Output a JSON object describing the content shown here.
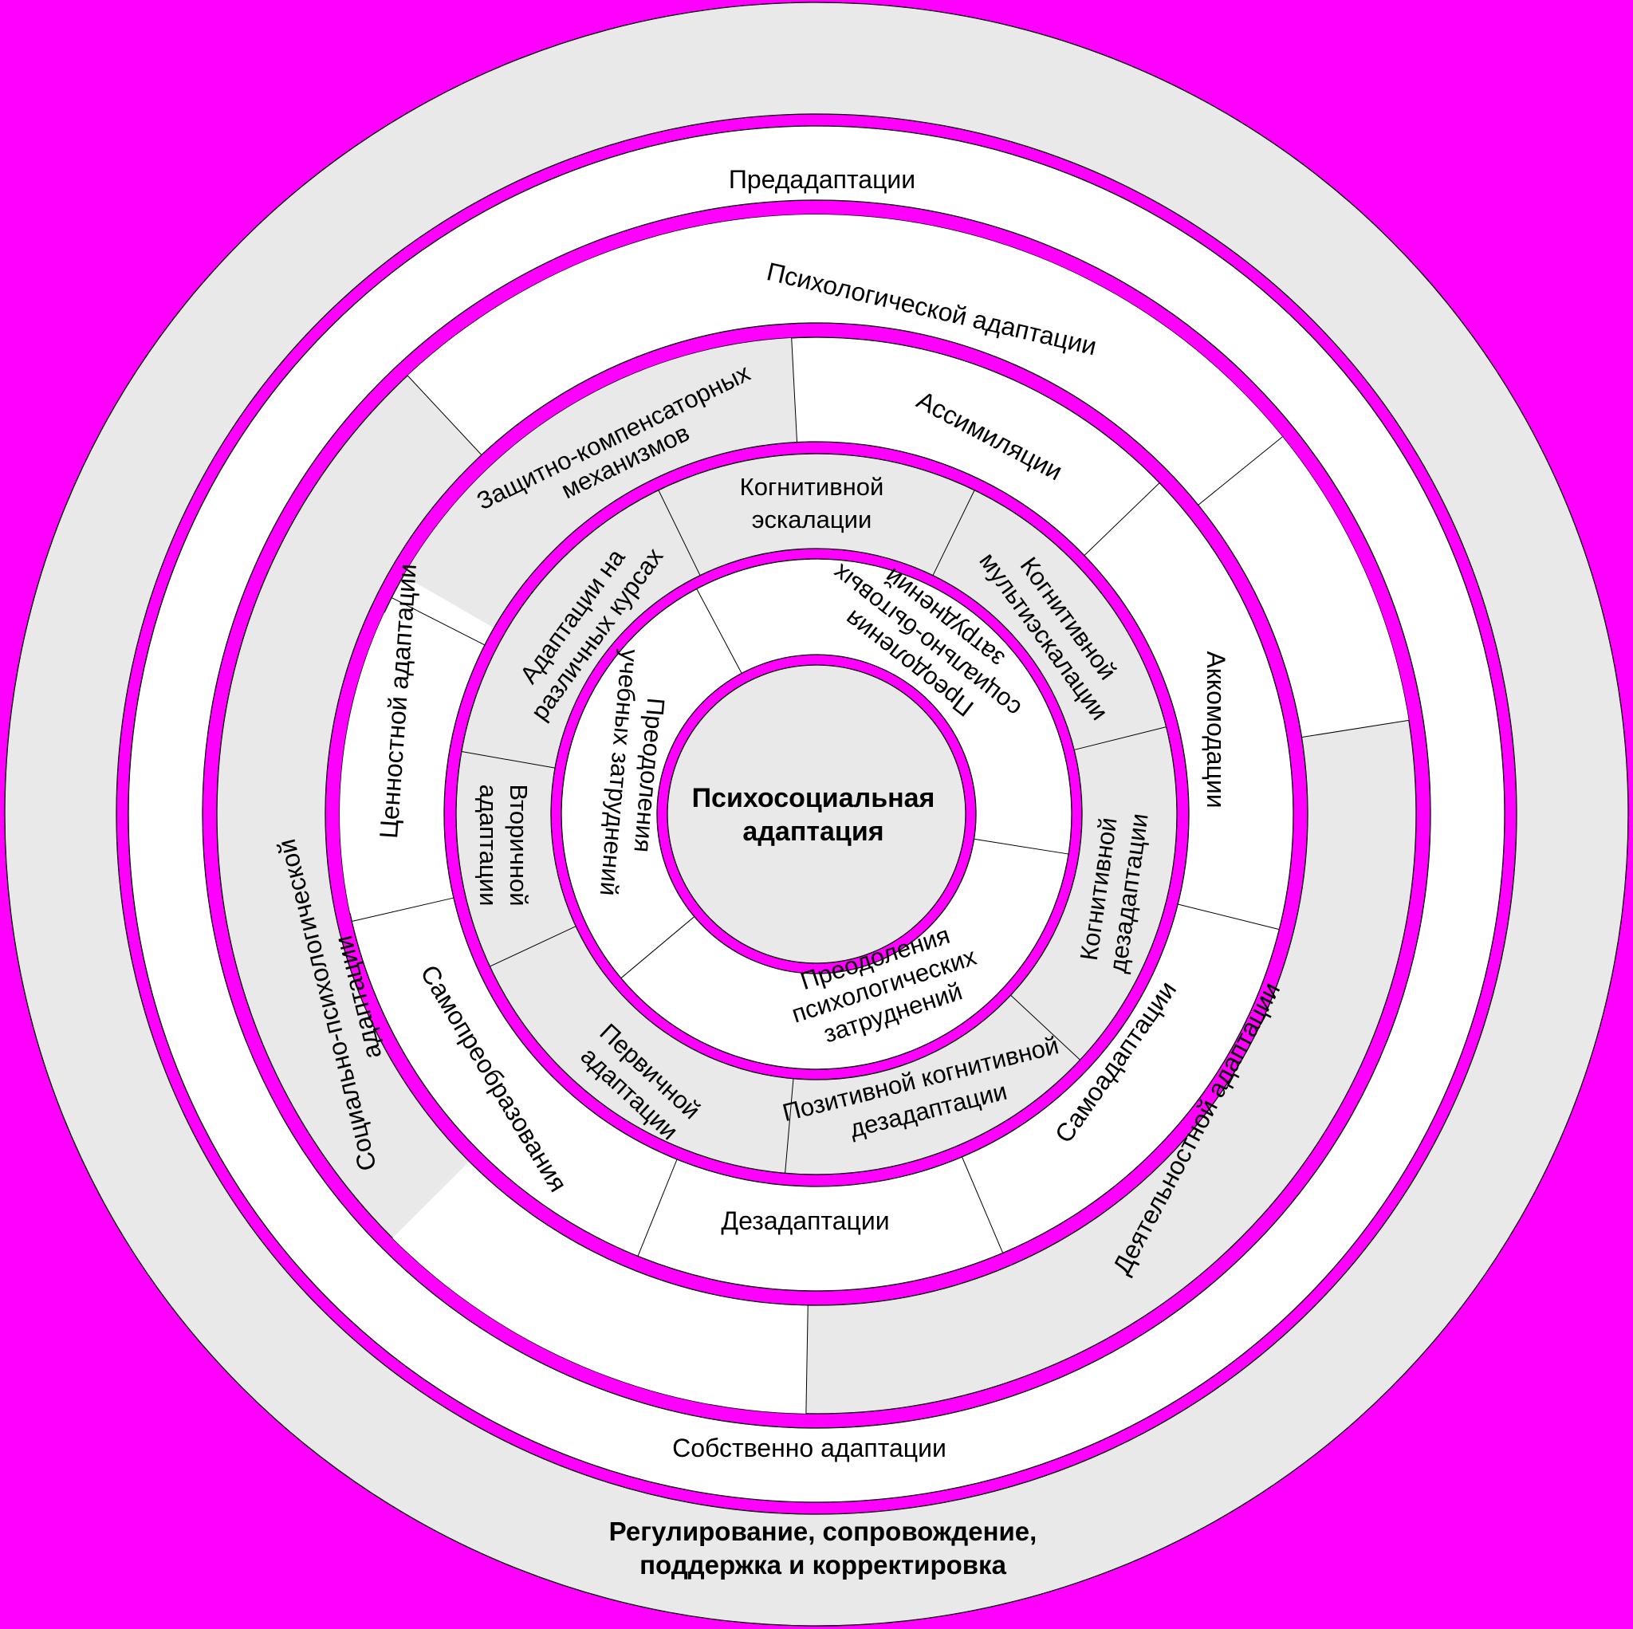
{
  "colors": {
    "background": "#ff00ff",
    "band_light": "#e9e9e9",
    "band_white": "#ffffff",
    "separator": "#000000"
  },
  "center": {
    "line1": "Психосоциальная",
    "line2": "адаптация"
  },
  "outer_caption": {
    "line1": "Регулирование, сопровождение,",
    "line2": "поддержка и корректировка"
  },
  "ring1": {
    "top": [
      "Преодоления",
      "социально-бытовых",
      "затруднений"
    ],
    "left": [
      "Преодоления",
      "учебных затруднений"
    ],
    "bottom": [
      "Преодоления",
      "психологических",
      "затруднений"
    ]
  },
  "ring2": {
    "top": [
      "Когнитивной",
      "эскалации"
    ],
    "top_left": [
      "Адаптации на",
      "различных курсах"
    ],
    "right_top": [
      "Когнитивной",
      "мультиэскалации"
    ],
    "right": [
      "Когнитивной",
      "дезадаптации"
    ],
    "left": [
      "Вторичной",
      "адаптации"
    ],
    "bottom_left": [
      "Первичной",
      "адаптации"
    ],
    "bottom_right": [
      "Позитивной когнитивной",
      "дезадаптации"
    ]
  },
  "ring3": {
    "top_left": [
      "Защитно-компенсаторных",
      "механизмов"
    ],
    "top_right": "Ассимиляции",
    "right": "Аккомодации",
    "left": "Ценностной адаптации",
    "bottom_left": "Самопреобразования",
    "bottom": "Дезадаптации",
    "bottom_right": "Самоадаптации"
  },
  "ring4": {
    "top": "Психологической адаптации",
    "left": [
      "Социально-психологической",
      "адаптации"
    ],
    "right": "Деятельностной адаптации"
  },
  "ring5": {
    "top": "Предадаптации",
    "bottom": "Собственно адаптации"
  }
}
